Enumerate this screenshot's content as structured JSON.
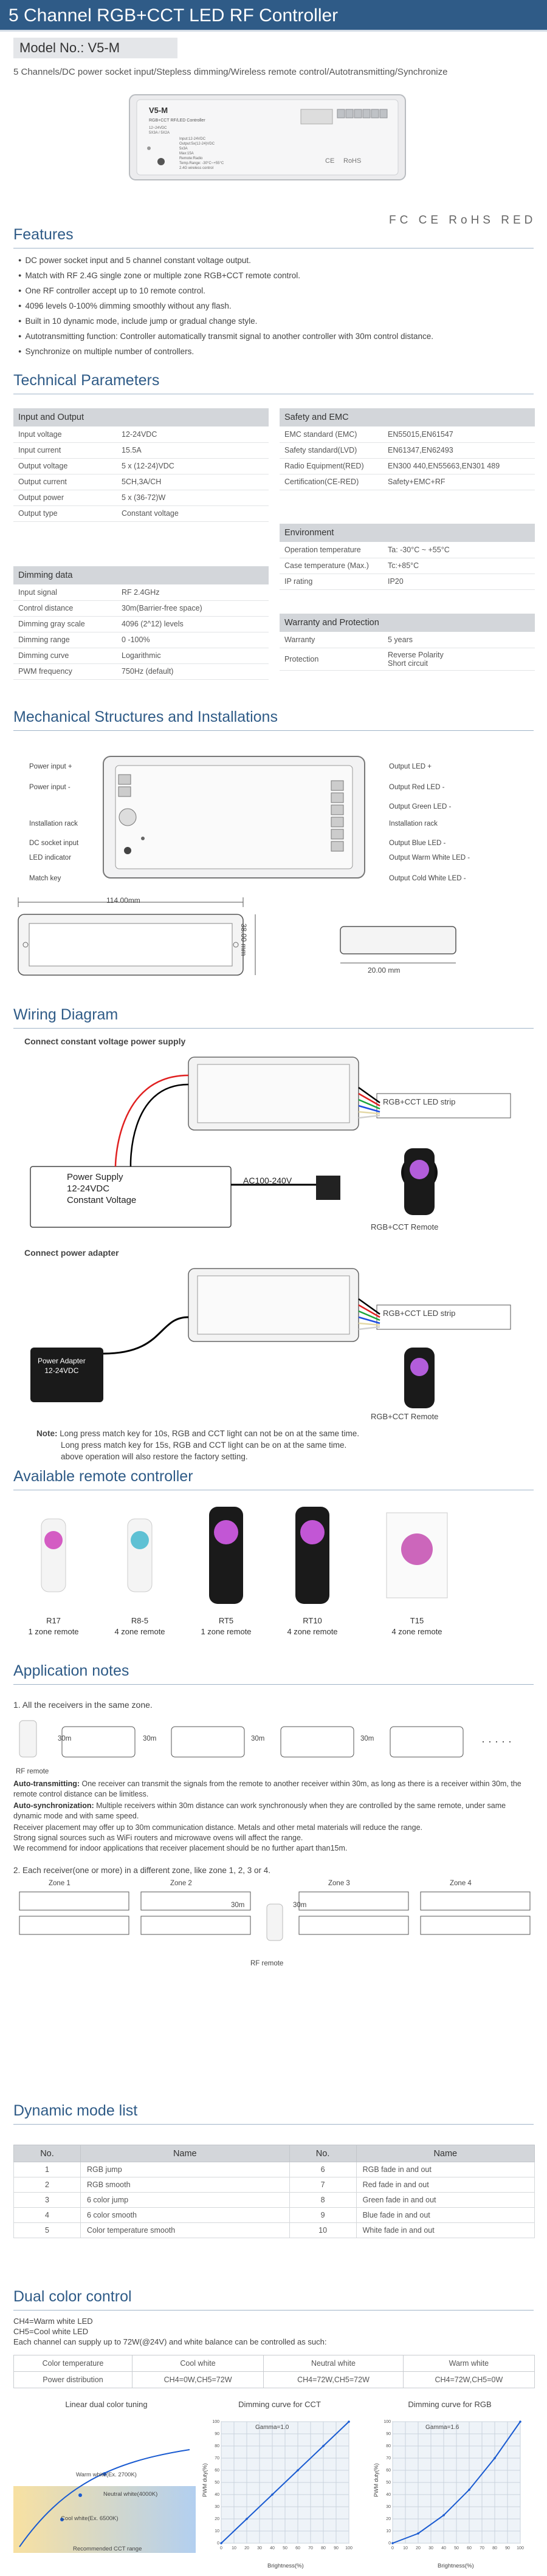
{
  "header": {
    "title": "5 Channel RGB+CCT LED RF Controller",
    "model": "Model No.: V5-M",
    "intro": "5 Channels/DC power socket input/Stepless dimming/Wireless remote control/Autotransmitting/Synchronize"
  },
  "device": {
    "brand": "V5-M",
    "subtitle": "RGB+CCT RF/LED Controller",
    "specs": [
      "12~24VDC",
      "5X3A / 5X2A",
      "Input:12-24VDC",
      "Output:5x(12-24)VDC",
      "5x3A",
      "Max:15A",
      "Remote:Radio",
      "Temp.Range: -30°C~+55°C",
      "2.4G wireless control"
    ],
    "rohs": "RoHS",
    "ce": "CE"
  },
  "certs": "FC  CE  RoHS  RED",
  "features": {
    "title": "Features",
    "items": [
      "DC power socket input and 5 channel constant voltage output.",
      "Match with RF 2.4G single zone or multiple zone RGB+CCT remote control.",
      "One RF controller accept up to 10 remote control.",
      "4096 levels 0-100% dimming smoothly without any flash.",
      "Built in 10 dynamic mode, include jump or gradual change style.",
      "Autotransmitting function: Controller automatically transmit signal to another controller with 30m control distance.",
      "Synchronize on multiple number of controllers."
    ]
  },
  "technical": {
    "title": "Technical Parameters",
    "input_output": {
      "header": "Input and Output",
      "rows": [
        [
          "Input voltage",
          "12-24VDC"
        ],
        [
          "Input current",
          "15.5A"
        ],
        [
          "Output voltage",
          "5 x (12-24)VDC"
        ],
        [
          "Output current",
          "5CH,3A/CH"
        ],
        [
          "Output power",
          "5 x (36-72)W"
        ],
        [
          "Output type",
          "Constant voltage"
        ]
      ]
    },
    "dimming": {
      "header": "Dimming data",
      "rows": [
        [
          "Input signal",
          "RF 2.4GHz"
        ],
        [
          "Control distance",
          "30m(Barrier-free space)"
        ],
        [
          "Dimming gray scale",
          "4096 (2^12) levels"
        ],
        [
          "Dimming range",
          "0 -100%"
        ],
        [
          "Dimming curve",
          "Logarithmic"
        ],
        [
          "PWM frequency",
          "750Hz (default)"
        ]
      ]
    },
    "safety": {
      "header": "Safety and EMC",
      "rows": [
        [
          "EMC standard (EMC)",
          "EN55015,EN61547"
        ],
        [
          "Safety standard(LVD)",
          "EN61347,EN62493"
        ],
        [
          "Radio Equipment(RED)",
          "EN300 440,EN55663,EN301 489"
        ],
        [
          "Certification(CE-RED)",
          "Safety+EMC+RF"
        ]
      ]
    },
    "environment": {
      "header": "Environment",
      "rows": [
        [
          "Operation temperature",
          "Ta: -30°C ~ +55°C"
        ],
        [
          "Case temperature (Max.)",
          "Tc:+85°C"
        ],
        [
          "IP rating",
          "IP20"
        ]
      ]
    },
    "warranty": {
      "header": "Warranty and Protection",
      "rows": [
        [
          "Warranty",
          "5 years"
        ],
        [
          "Protection",
          "Reverse Polarity\nShort circuit"
        ]
      ]
    }
  },
  "mechanical": {
    "title": "Mechanical Structures and Installations",
    "left_labels": [
      "Power input +",
      "Power input -",
      "Installation rack",
      "DC socket input",
      "LED indicator",
      "Match key"
    ],
    "right_labels": [
      "Output LED +",
      "Output Red LED -",
      "Output Green LED -",
      "Installation rack",
      "Output Blue LED -",
      "Output Warm White LED -",
      "Output Cold White LED -"
    ],
    "dim_width": "114.00mm",
    "dim_height": "38.00 mm",
    "dim_depth": "20.00 mm"
  },
  "wiring": {
    "title": "Wiring Diagram",
    "voltage_title": "Connect constant voltage power supply",
    "strip": "RGB+CCT LED strip",
    "psu": [
      "Power Supply",
      "12-24VDC",
      "Constant Voltage"
    ],
    "ac": "AC100-240V",
    "remote": "RGB+CCT Remote",
    "adapter_title": "Connect power adapter",
    "adapter": [
      "Power Adapter",
      "12-24VDC"
    ],
    "note_label": "Note:",
    "note": [
      "Long press match key for 10s, RGB and CCT light can not be on at the same time.",
      "Long press match key for 15s, RGB and CCT light can be on at the same time.",
      "above operation will also restore the factory setting."
    ]
  },
  "remotes": {
    "title": "Available remote controller",
    "items": [
      {
        "name": "R17",
        "desc": "1 zone remote"
      },
      {
        "name": "R8-5",
        "desc": "4 zone remote"
      },
      {
        "name": "RT5",
        "desc": "1 zone remote"
      },
      {
        "name": "RT10",
        "desc": "4 zone remote"
      },
      {
        "name": "T15",
        "desc": "4 zone remote"
      }
    ]
  },
  "application": {
    "title": "Application notes",
    "p1_title": "1. All the receivers in the same zone.",
    "distance": "30m",
    "rf_remote": "RF remote",
    "auto_label": "Auto-transmitting:",
    "auto_text": "One receiver can transmit the signals from the remote to another receiver within 30m, as long as there is a receiver within 30m, the remote control distance can be limitless.",
    "sync_label": "Auto-synchronization:",
    "sync_text": "Multiple receivers within 30m distance can work synchronously when they are controlled by the same remote, under same dynamic mode and with same speed.",
    "extra": [
      "Receiver placement may offer up to 30m communication distance. Metals and other metal materials will reduce the range.",
      "Strong signal sources such as WiFi routers and microwave ovens will affect the range.",
      "We recommend for indoor applications that receiver placement should be no further apart than15m."
    ],
    "p2_title": "2. Each receiver(one or more) in a different zone, like zone 1, 2, 3 or 4.",
    "zones": [
      "Zone 1",
      "Zone 2",
      "Zone 3",
      "Zone 4"
    ]
  },
  "modes": {
    "title": "Dynamic mode list",
    "headers": [
      "No.",
      "Name",
      "No.",
      "Name"
    ],
    "rows": [
      [
        "1",
        "RGB jump",
        "6",
        "RGB fade in and out"
      ],
      [
        "2",
        "RGB smooth",
        "7",
        "Red fade in and out"
      ],
      [
        "3",
        "6 color jump",
        "8",
        "Green fade in and out"
      ],
      [
        "4",
        "6 color smooth",
        "9",
        "Blue fade in and out"
      ],
      [
        "5",
        "Color temperature smooth",
        "10",
        "White fade in and out"
      ]
    ]
  },
  "dual": {
    "title": "Dual color control",
    "lines": [
      "CH4=Warm white LED",
      "CH5=Cool white LED",
      "Each channel can supply up to 72W(@24V) and white balance can be controlled as such:"
    ],
    "row1": [
      "Color temperature",
      "Cool white",
      "Neutral white",
      "Warm white"
    ],
    "row2": [
      "Power distribution",
      "CH4=0W,CH5=72W",
      "CH4=72W,CH5=72W",
      "CH4=72W,CH5=0W"
    ]
  },
  "charts": {
    "linear_title": "Linear dual color tuning",
    "linear_labels": [
      "Warm white(Ex. 2700K)",
      "Neutral white(4000K)",
      "Cool white(Ex. 6500K)",
      "Recommended CCT range"
    ],
    "cct_title": "Dimming curve for CCT",
    "rgb_title": "Dimming curve for RGB",
    "cct_gamma": "Gamma=1.0",
    "rgb_gamma": "Gamma=1.6",
    "ylabel": "PWM duty(%)",
    "xlabel": "Brightness(%)"
  },
  "chart_data": [
    {
      "type": "line",
      "title": "Dimming curve for CCT",
      "xlabel": "Brightness(%)",
      "ylabel": "PWM duty(%)",
      "xlim": [
        0,
        100
      ],
      "ylim": [
        0,
        100
      ],
      "grid": true,
      "annotation": "Gamma=1.0",
      "x": [
        0,
        20,
        40,
        60,
        80,
        100
      ],
      "y": [
        0,
        20,
        40,
        60,
        80,
        100
      ]
    },
    {
      "type": "line",
      "title": "Dimming curve for RGB",
      "xlabel": "Brightness(%)",
      "ylabel": "PWM duty(%)",
      "xlim": [
        0,
        100
      ],
      "ylim": [
        0,
        100
      ],
      "grid": true,
      "annotation": "Gamma=1.6",
      "x": [
        0,
        20,
        40,
        60,
        80,
        100
      ],
      "y": [
        0,
        8,
        23,
        44,
        70,
        100
      ]
    }
  ],
  "colors": {
    "brand": "#2f5b87",
    "table_header": "#d3d6da",
    "led_red": "#e02020"
  }
}
